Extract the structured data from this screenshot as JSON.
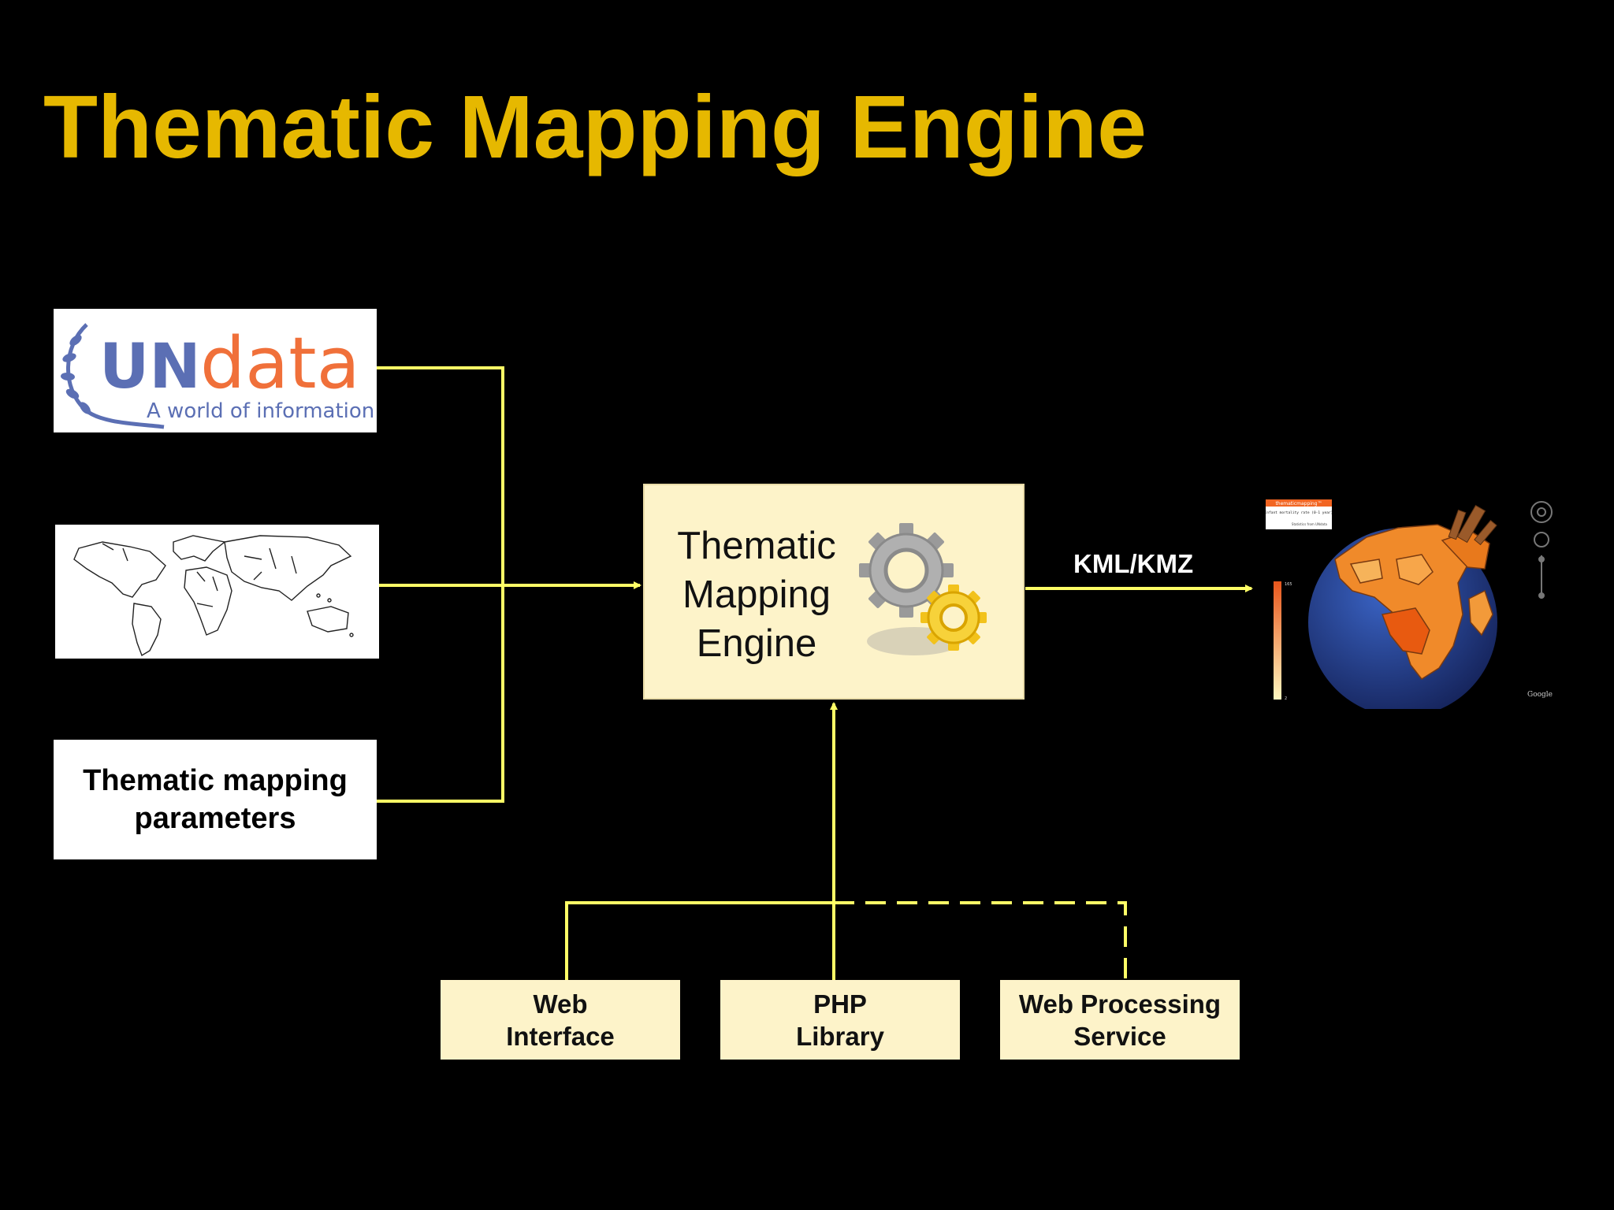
{
  "slide": {
    "title": "Thematic Mapping Engine"
  },
  "inputs": {
    "undata_logo": {
      "brand_un": "UN",
      "brand_data": "data",
      "tagline": "A world of information"
    },
    "parameters_label": "Thematic mapping\nparameters"
  },
  "engine": {
    "label": "Thematic\nMapping\nEngine"
  },
  "output": {
    "format_label": "KML/KMZ",
    "thumbnail": {
      "badge": "thematicmapping™",
      "legend_title": "Infant mortality rate (0-1 year)",
      "legend_source": "Statistics from UNdata",
      "scale_max": "165",
      "scale_min": "2",
      "attribution": "Google"
    }
  },
  "interfaces": [
    {
      "label": "Web\nInterface"
    },
    {
      "label": "PHP\nLibrary"
    },
    {
      "label": "Web Processing\nService"
    }
  ],
  "colors": {
    "background": "#000000",
    "title": "#e6b800",
    "connector": "#ffff66",
    "box_fill": "#fdf3c9",
    "un_blue": "#5b6fb4",
    "data_orange": "#f0703a"
  }
}
